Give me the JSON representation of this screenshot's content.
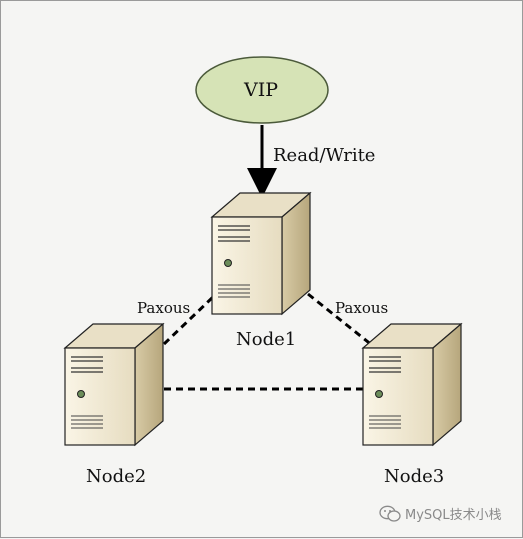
{
  "diagram": {
    "vip_label": "VIP",
    "edge_label": "Read/Write",
    "left_link_label": "Paxous",
    "right_link_label": "Paxous",
    "nodes": [
      "Node1",
      "Node2",
      "Node3"
    ]
  },
  "watermark": {
    "text": "MySQL技术小栈",
    "icon": "wechat-icon"
  },
  "colors": {
    "vip_fill": "#d6e3b6",
    "vip_stroke": "#4b5a3a",
    "server_front": "#f1ead5",
    "server_side": "#c9bb95",
    "line": "#000000"
  }
}
